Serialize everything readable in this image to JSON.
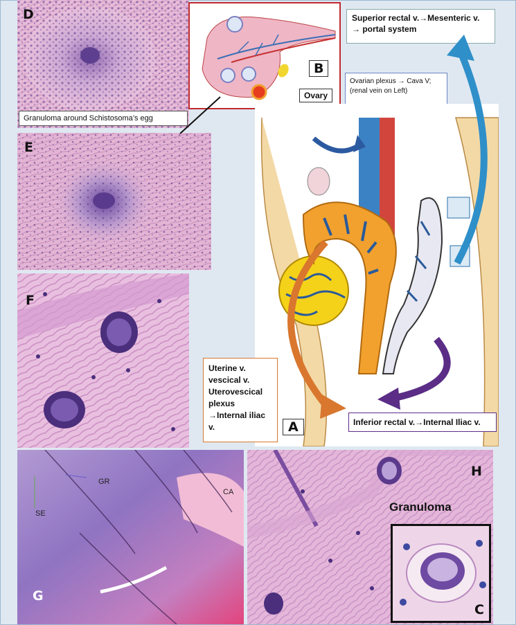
{
  "labels": {
    "D": "D",
    "E": "E",
    "F": "F",
    "B": "B",
    "A": "A",
    "G": "G",
    "H": "H",
    "C": "C"
  },
  "captions": {
    "d_caption": "Granuloma around Schistosoma’s egg",
    "ovary": "Ovary",
    "granuloma": "Granuloma",
    "gr": "GR",
    "ca": "CA",
    "se": "SE"
  },
  "annotations": {
    "superior_line1": "Superior rectal v.→Mesenteric v.",
    "superior_line2": "→ portal system",
    "ovarian_line1": "Ovarian plexus → Cava V;",
    "ovarian_line2": "(renal vein on Left)",
    "uterine_lines": [
      "Uterine v.",
      "vescical v.",
      "Uterovescical",
      "plexus",
      "→Internal iliac",
      "v."
    ],
    "inferior": "Inferior rectal v.→Internal Iliac v."
  },
  "colors": {
    "he_pink": "#e7b7d6",
    "he_purple": "#6a3d93",
    "uterus_orange": "#f2a12e",
    "arrow_blue": "#2f8fc9",
    "arrow_orange": "#d9772e",
    "arrow_purple": "#5b2d86",
    "panel_b_border": "#c0282d"
  }
}
